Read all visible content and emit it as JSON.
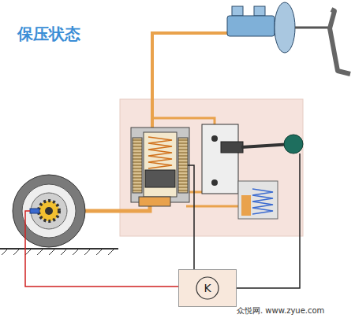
{
  "diagram": {
    "title": "保压状态",
    "nodes": [
      {
        "text": [
          "K"
        ]
      }
    ],
    "labels": [
      "众悦网. www.zyue.com"
    ]
  }
}
